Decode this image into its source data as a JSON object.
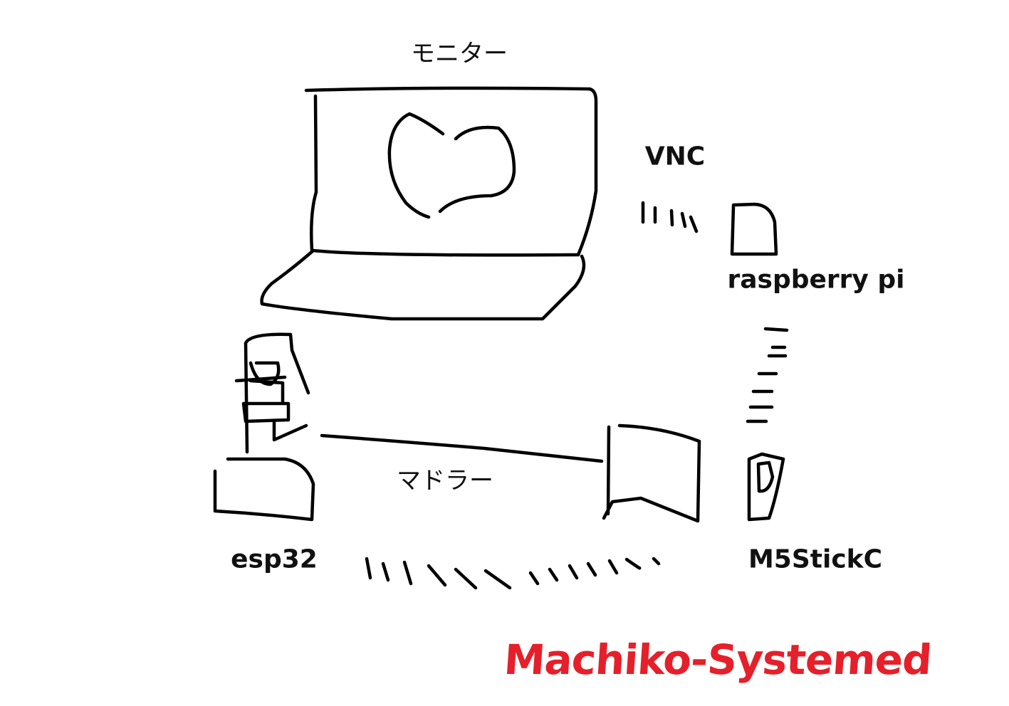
{
  "labels": {
    "monitor": "モニター",
    "vnc": "VNC",
    "raspberry_pi": "raspberry pi",
    "muddler": "マドラー",
    "esp32": "esp32",
    "m5stickc": "M5StickC"
  },
  "logo": {
    "text": "Machiko-Systemed",
    "color": "#e5202a"
  }
}
